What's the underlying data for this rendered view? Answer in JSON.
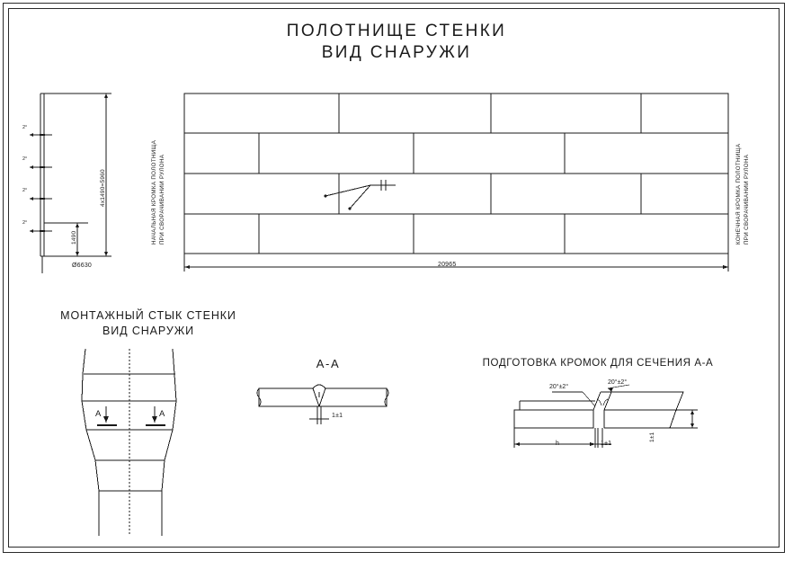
{
  "sheet": {
    "title_line1": "ПОЛОТНИЩЕ СТЕНКИ",
    "title_line2": "ВИД СНАРУЖИ",
    "border_color": "#2b2b2b",
    "line_color": "#1a1a1a",
    "background": "#ffffff"
  },
  "elevation": {
    "label_start_line1": "НАЧАЛЬНАЯ КРОМКА ПОЛОТНИЩА",
    "label_start_line2": "ПРИ СВОРАЧИВАНИИ РУЛОНА",
    "label_end_line1": "КОНЕЧНАЯ КРОМКА ПОЛОТНИЩА",
    "label_end_line2": "ПРИ СВОРАЧИВАНИИ РУЛОНА",
    "height_dim": "4х1490=5960",
    "course_dim": "1490",
    "diameter_dim": "Ø6630",
    "width_dim": "20965",
    "angle_marks": [
      "2°",
      "2°",
      "2°",
      "2°"
    ],
    "course_count": 4
  },
  "joint": {
    "title_line1": "МОНТАЖНЫЙ СТЫК СТЕНКИ",
    "title_line2": "ВИД СНАРУЖИ",
    "section_mark_left": "A",
    "section_mark_right": "A"
  },
  "section_aa": {
    "title": "А-А",
    "gap_dim": "1±1"
  },
  "edge_prep": {
    "title": "ПОДГОТОВКА КРОМОК ДЛЯ СЕЧЕНИЯ А-А",
    "angle_left": "20°±2°",
    "angle_right": "20°±2°",
    "thickness_label": "h",
    "root_gap": "1±1",
    "root_face": "1±1"
  }
}
